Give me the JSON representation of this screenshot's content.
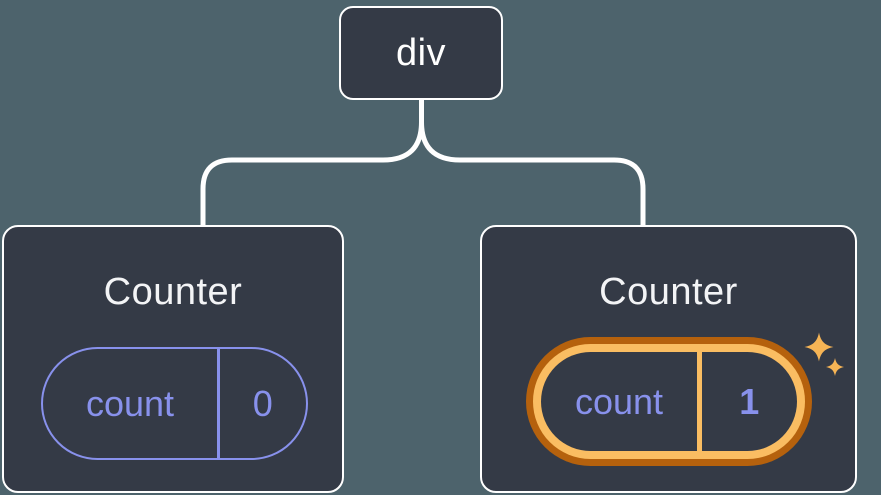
{
  "diagram": {
    "description": "React component tree: a div root with two Counter children; the second Counter's state is highlighted as new",
    "root": {
      "label": "div"
    },
    "children": [
      {
        "title": "Counter",
        "state": {
          "key": "count",
          "value": "0"
        },
        "highlighted": false
      },
      {
        "title": "Counter",
        "state": {
          "key": "count",
          "value": "1"
        },
        "highlighted": true
      }
    ]
  },
  "colors": {
    "background": "#4d636c",
    "node_fill": "#343a46",
    "outline_white": "#ffffff",
    "state_purple": "#8891ec",
    "highlight_orange_light": "#fabd62",
    "highlight_orange_dark": "#b5610d",
    "sparkle": "#f6b455",
    "title_text": "#f3f4f6"
  }
}
